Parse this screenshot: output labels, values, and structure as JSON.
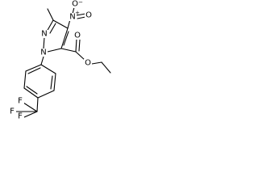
{
  "molecule": {
    "atoms": {
      "n_nitro": "N",
      "n_nitro_charge": "+",
      "o_nitro_top": "O",
      "o_nitro_top_charge": "−",
      "o_nitro_right": "O",
      "n2_ring": "N",
      "n1_ring": "N",
      "o_carbonyl": "O",
      "o_ester": "O",
      "f_top": "F",
      "f_left": "F",
      "f_bottom": "F"
    }
  }
}
